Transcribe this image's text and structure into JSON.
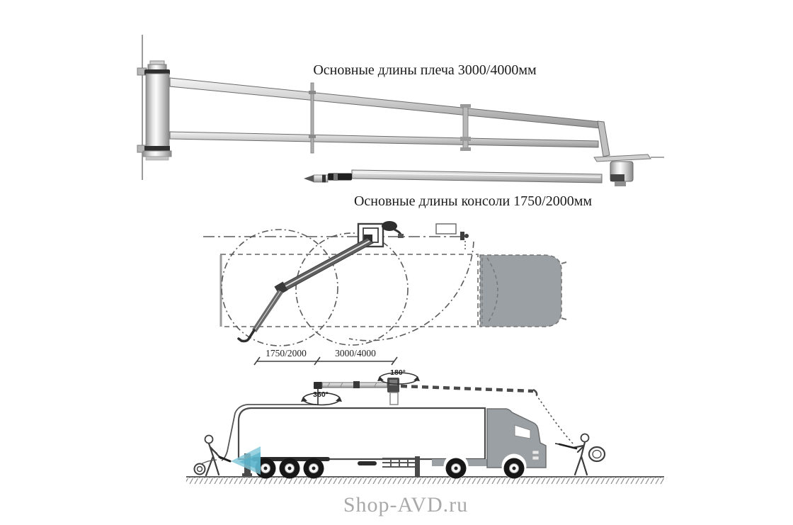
{
  "page": {
    "background": "#ffffff"
  },
  "colors": {
    "text_black": "#1b1b1b",
    "cab_gray": "#9aa0a4",
    "spray_blue": "#7ec7da",
    "spray_blue_dark": "#4fadc6",
    "watermark_gray": "#a9a9a9"
  },
  "top_view": {
    "title": "Основные длины плеча 3000/4000мм",
    "subtitle": "Основные длины консоли 1750/2000мм"
  },
  "plan_view": {
    "dim_console": "1750/2000",
    "dim_arm": "3000/4000"
  },
  "side_view": {
    "rotation_mast": "180°",
    "rotation_elbow": "360°"
  },
  "watermark": {
    "text": "Shop-AVD.ru"
  }
}
